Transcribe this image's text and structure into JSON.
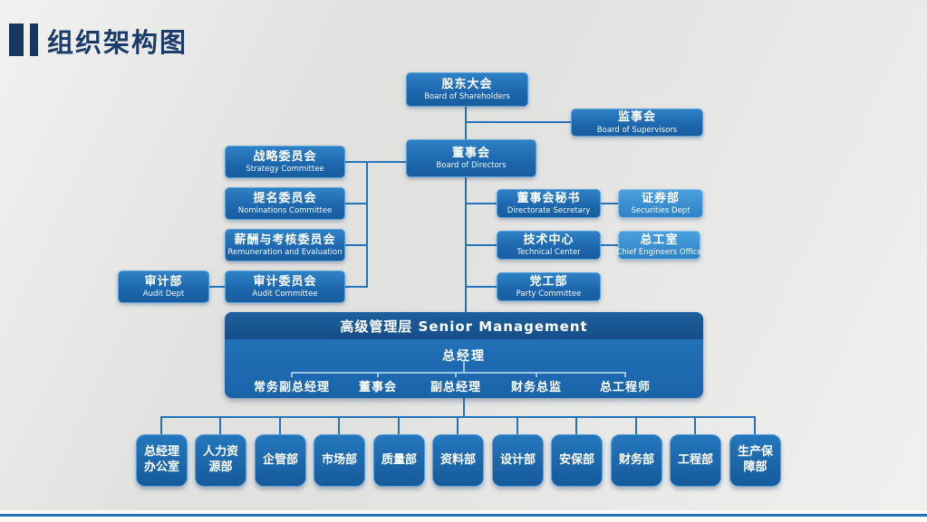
{
  "slide": {
    "title": "组织架构图",
    "accent_color": "#2271b8",
    "title_color": "#1b3c6b",
    "background_color": "#e9e9e7",
    "line_color": "#2373ba"
  },
  "chart": {
    "nodes": {
      "shareholders": {
        "zh": "股东大会",
        "en": "Board of Shareholders"
      },
      "supervisors": {
        "zh": "监事会",
        "en": "Board of Supervisors"
      },
      "directors": {
        "zh": "董事会",
        "en": "Board of Directors"
      },
      "strategy": {
        "zh": "战略委员会",
        "en": "Strategy Committee"
      },
      "nominations": {
        "zh": "提名委员会",
        "en": "Nominations Committee"
      },
      "remuneration": {
        "zh": "薪酬与考核委员会",
        "en": "Remuneration and Evaluation"
      },
      "audit_committee": {
        "zh": "审计委员会",
        "en": "Audit Committee"
      },
      "audit_dept": {
        "zh": "审计部",
        "en": "Audit Dept"
      },
      "secretary": {
        "zh": "董事会秘书",
        "en": "Directorate Secretary"
      },
      "securities": {
        "zh": "证券部",
        "en": "Securities Dept"
      },
      "tech_center": {
        "zh": "技术中心",
        "en": "Technical Center"
      },
      "chief_engineers": {
        "zh": "总工室",
        "en": "Chief Engineers Office"
      },
      "party": {
        "zh": "党工部",
        "en": "Party Committee"
      }
    },
    "senior_management": {
      "header": "高级管理层 Senior Management",
      "general_manager": "总经理",
      "roles": [
        "常务副总经理",
        "董事会",
        "副总经理",
        "财务总监",
        "总工程师"
      ]
    },
    "departments": [
      "总经理办公室",
      "人力资源部",
      "企管部",
      "市场部",
      "质量部",
      "资料部",
      "设计部",
      "安保部",
      "财务部",
      "工程部",
      "生产保障部"
    ]
  }
}
